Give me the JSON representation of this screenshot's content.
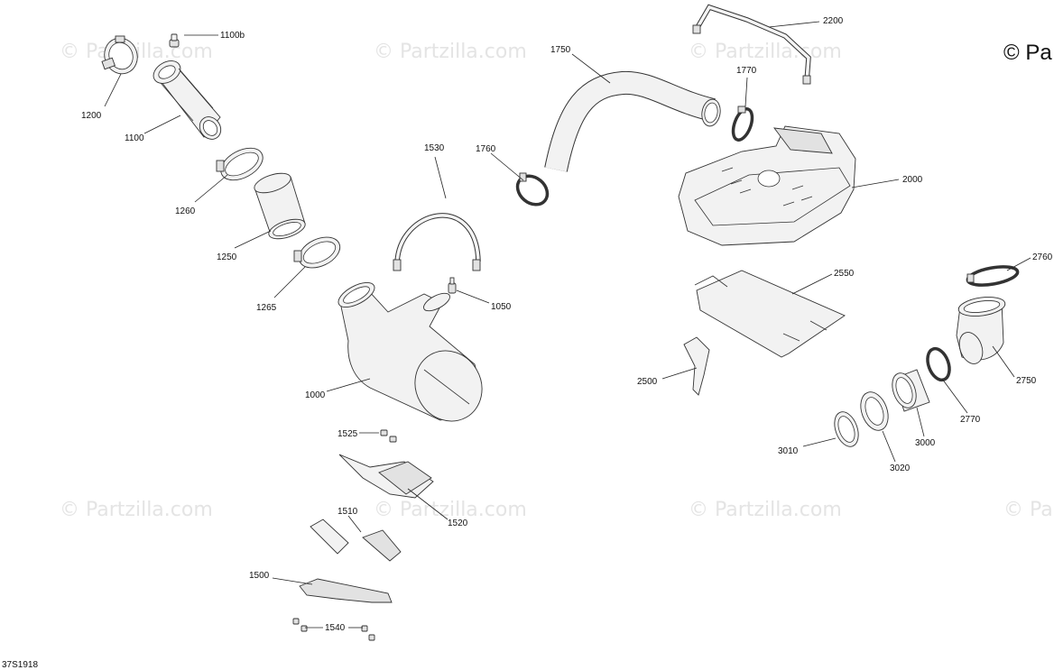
{
  "watermarks": {
    "text": "© Partzilla.com",
    "corner_text": "© Pa"
  },
  "drawing_code": "37S1918",
  "callouts": {
    "c1000": "1000",
    "c1050": "1050",
    "c1100": "1100",
    "c1100b": "1100b",
    "c1200": "1200",
    "c1250": "1250",
    "c1260": "1260",
    "c1265": "1265",
    "c1500": "1500",
    "c1510": "1510",
    "c1520": "1520",
    "c1525": "1525",
    "c1530": "1530",
    "c1540": "1540",
    "c1750": "1750",
    "c1760": "1760",
    "c1770": "1770",
    "c2000": "2000",
    "c2200": "2200",
    "c2500": "2500",
    "c2550": "2550",
    "c2750": "2750",
    "c2760": "2760",
    "c2770": "2770",
    "c3000": "3000",
    "c3010": "3010",
    "c3020": "3020"
  }
}
